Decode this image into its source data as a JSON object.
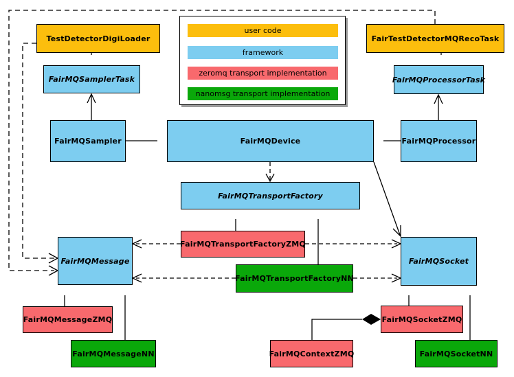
{
  "legend": {
    "items": [
      {
        "label": "user code",
        "color": "#FCBE0D"
      },
      {
        "label": "framework",
        "color": "#7DCDF0"
      },
      {
        "label": "zeromq transport implementation",
        "color": "#F8696D"
      },
      {
        "label": "nanomsg transport implementation",
        "color": "#0AA80A"
      }
    ]
  },
  "colors": {
    "user_code": "#FCBE0D",
    "framework": "#7DCDF0",
    "zeromq": "#F8696D",
    "nanomsg": "#0AA80A",
    "line": "#000000",
    "background": "#FFFFFF"
  },
  "nodes": {
    "digi_loader": {
      "label": "TestDetectorDigiLoader",
      "category": "user code",
      "abstract": false
    },
    "reco_task": {
      "label": "FairTestDetectorMQRecoTask",
      "category": "user code",
      "abstract": false
    },
    "sampler_task": {
      "label": "FairMQSamplerTask",
      "category": "framework",
      "abstract": true
    },
    "processor_task": {
      "label": "FairMQProcessorTask",
      "category": "framework",
      "abstract": true
    },
    "sampler": {
      "label": "FairMQSampler",
      "category": "framework",
      "abstract": false
    },
    "device": {
      "label": "FairMQDevice",
      "category": "framework",
      "abstract": false
    },
    "processor": {
      "label": "FairMQProcessor",
      "category": "framework",
      "abstract": false
    },
    "transport_factory": {
      "label": "FairMQTransportFactory",
      "category": "framework",
      "abstract": true
    },
    "transport_factory_zmq": {
      "label": "FairMQTransportFactoryZMQ",
      "category": "zeromq",
      "abstract": false
    },
    "transport_factory_nn": {
      "label": "FairMQTransportFactoryNN",
      "category": "nanomsg",
      "abstract": false
    },
    "message": {
      "label": "FairMQMessage",
      "category": "framework",
      "abstract": true
    },
    "socket": {
      "label": "FairMQSocket",
      "category": "framework",
      "abstract": true
    },
    "message_zmq": {
      "label": "FairMQMessageZMQ",
      "category": "zeromq",
      "abstract": false
    },
    "message_nn": {
      "label": "FairMQMessageNN",
      "category": "nanomsg",
      "abstract": false
    },
    "socket_zmq": {
      "label": "FairMQSocketZMQ",
      "category": "zeromq",
      "abstract": false
    },
    "socket_nn": {
      "label": "FairMQSocketNN",
      "category": "nanomsg",
      "abstract": false
    },
    "context_zmq": {
      "label": "FairMQContextZMQ",
      "category": "zeromq",
      "abstract": false
    }
  },
  "relations": [
    {
      "from": "TestDetectorDigiLoader",
      "to": "FairMQSamplerTask",
      "type": "inheritance"
    },
    {
      "from": "FairTestDetectorMQRecoTask",
      "to": "FairMQProcessorTask",
      "type": "inheritance"
    },
    {
      "from": "FairMQSampler",
      "to": "FairMQDevice",
      "type": "inheritance"
    },
    {
      "from": "FairMQProcessor",
      "to": "FairMQDevice",
      "type": "inheritance"
    },
    {
      "from": "FairMQSampler",
      "to": "FairMQSamplerTask",
      "type": "association"
    },
    {
      "from": "FairMQProcessor",
      "to": "FairMQProcessorTask",
      "type": "association"
    },
    {
      "from": "FairMQDevice",
      "to": "FairMQTransportFactory",
      "type": "dependency"
    },
    {
      "from": "FairMQDevice",
      "to": "FairMQSocket",
      "type": "association"
    },
    {
      "from": "FairMQTransportFactoryZMQ",
      "to": "FairMQTransportFactory",
      "type": "inheritance"
    },
    {
      "from": "FairMQTransportFactoryNN",
      "to": "FairMQTransportFactory",
      "type": "inheritance"
    },
    {
      "from": "FairMQTransportFactoryZMQ",
      "to": "FairMQMessage",
      "type": "dependency"
    },
    {
      "from": "FairMQTransportFactoryZMQ",
      "to": "FairMQSocket",
      "type": "dependency"
    },
    {
      "from": "FairMQTransportFactoryNN",
      "to": "FairMQMessage",
      "type": "dependency"
    },
    {
      "from": "FairMQTransportFactoryNN",
      "to": "FairMQSocket",
      "type": "dependency"
    },
    {
      "from": "TestDetectorDigiLoader",
      "to": "FairMQMessage",
      "type": "dependency"
    },
    {
      "from": "FairTestDetectorMQRecoTask",
      "to": "FairMQMessage",
      "type": "dependency"
    },
    {
      "from": "FairMQMessageZMQ",
      "to": "FairMQMessage",
      "type": "inheritance"
    },
    {
      "from": "FairMQMessageNN",
      "to": "FairMQMessage",
      "type": "inheritance"
    },
    {
      "from": "FairMQSocketZMQ",
      "to": "FairMQSocket",
      "type": "inheritance"
    },
    {
      "from": "FairMQSocketNN",
      "to": "FairMQSocket",
      "type": "inheritance"
    },
    {
      "from": "FairMQContextZMQ",
      "to": "FairMQSocketZMQ",
      "type": "composition"
    }
  ]
}
